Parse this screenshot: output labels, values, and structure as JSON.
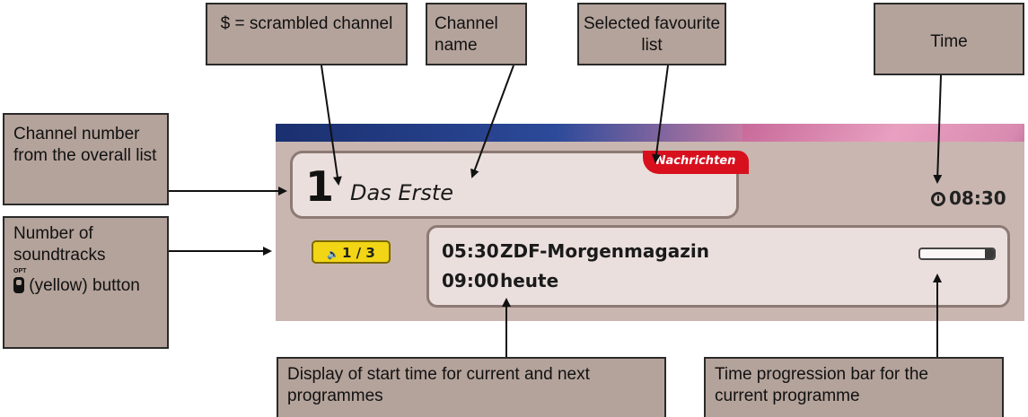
{
  "callouts": {
    "scrambled": "$ = scrambled channel",
    "channel_name": "Channel name",
    "favourite_list": "Selected favourite list",
    "time": "Time",
    "channel_number": "Channel number from the overall list",
    "soundtracks_line1": "Number of soundtracks",
    "soundtracks_opt": "OPT",
    "soundtracks_line2": "(yellow) button",
    "start_time": "Display of start time for current and next programmes",
    "progress_bar": "Time progression bar for the current programme"
  },
  "osd": {
    "channel_number": "1",
    "channel_name": "Das Erste",
    "favourite_list": "Nachrichten",
    "time": "08:30",
    "soundtracks": "1 / 3",
    "programmes": [
      {
        "time": "05:30",
        "title": "ZDF-Morgenmagazin"
      },
      {
        "time": "09:00",
        "title": "heute"
      }
    ],
    "progress_fraction": 0.12
  },
  "icons": {
    "clock": "clock-icon",
    "speaker": "speaker-icon",
    "opt_button": "opt-button-icon"
  },
  "colors": {
    "callout_bg": "#b4a39b",
    "favourite_tag": "#d8101e",
    "soundtrack_badge": "#f2d515",
    "osd_panel": "#c9b6b0"
  }
}
